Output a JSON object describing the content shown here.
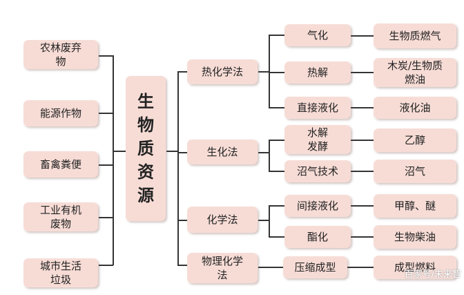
{
  "sources": [
    "农林废弃\n物",
    "能源作物",
    "畜禽粪便",
    "工业有机\n废物",
    "城市生活\n垃圾"
  ],
  "center": "生\n物\n质\n资\n源",
  "methods": [
    "热化学法",
    "生化法",
    "化学法",
    "物理化学\n法"
  ],
  "processes": [
    "气化",
    "热解",
    "直接液化",
    "水解\n发酵",
    "沼气技术",
    "间接液化",
    "酯化",
    "压缩成型"
  ],
  "products": [
    "生物质燃气",
    "木炭/生物质\n燃油",
    "液化油",
    "乙醇",
    "沼气",
    "甲醇、醚",
    "生物柴油",
    "成型燃料"
  ],
  "watermark": "百家号/未来智"
}
